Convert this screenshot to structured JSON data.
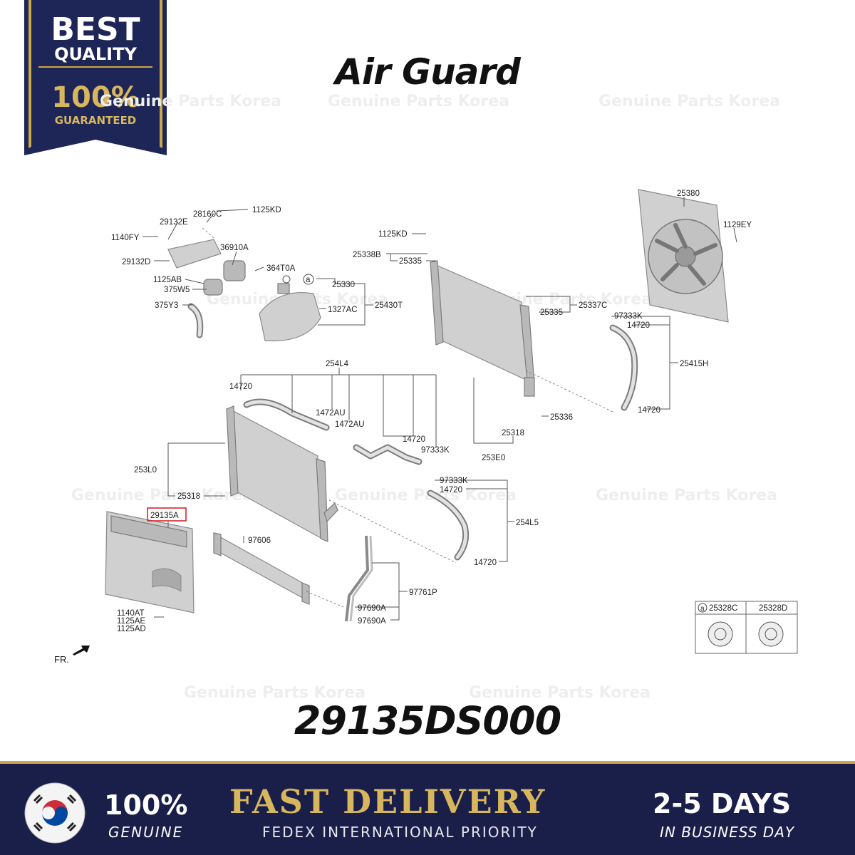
{
  "badge": {
    "line1": "BEST",
    "line2": "QUALITY",
    "line3": "100%",
    "line4": "GUARANTEED"
  },
  "product": {
    "title": "Air Guard",
    "part_number": "29135DS000"
  },
  "watermark": "Genuine Parts Korea",
  "diagram": {
    "labels": {
      "l_28160C": "28160C",
      "l_1125KD_a": "1125KD",
      "l_29132E": "29132E",
      "l_1140FY": "1140FY",
      "l_36910A": "36910A",
      "l_29132D": "29132D",
      "l_364T0A": "364T0A",
      "l_1125AB": "1125AB",
      "l_375W5": "375W5",
      "l_375Y3": "375Y3",
      "l_25330": "25330",
      "l_1327AC": "1327AC",
      "l_25430T": "25430T",
      "l_1125KD_b": "1125KD",
      "l_25338B": "25338B",
      "l_25335_a": "25335",
      "l_25335_b": "25335",
      "l_25337C": "25337C",
      "l_97333K_a": "97333K",
      "l_14720_a": "14720",
      "l_25415H": "25415H",
      "l_14720_b": "14720",
      "l_25380": "25380",
      "l_1129EY": "1129EY",
      "l_254L4": "254L4",
      "l_14720_c": "14720",
      "l_1472AU_a": "1472AU",
      "l_1472AU_b": "1472AU",
      "l_14720_d": "14720",
      "l_97333K_b": "97333K",
      "l_25336": "25336",
      "l_25318_a": "25318",
      "l_253E0": "253E0",
      "l_253L0": "253L0",
      "l_25318_b": "25318",
      "l_29135A": "29135A",
      "l_97333K_c": "97333K",
      "l_14720_e": "14720",
      "l_254L5": "254L5",
      "l_14720_f": "14720",
      "l_97606": "97606",
      "l_97761P": "97761P",
      "l_97690A_a": "97690A",
      "l_97690A_b": "97690A",
      "l_1140AT": "1140AT",
      "l_1125AE": "1125AE",
      "l_1125AD": "1125AD",
      "l_fr": "FR.",
      "l_a1": "a",
      "l_a2": "a",
      "l_25328C": "25328C",
      "l_25328D": "25328D"
    },
    "highlight_color": "#d9252a"
  },
  "banner": {
    "genuine_pct": "100%",
    "genuine_label": "GENUINE",
    "headline": "FAST DELIVERY",
    "subline": "FEDEX INTERNATIONAL PRIORITY",
    "days": "2-5 DAYS",
    "days_label": "IN BUSINESS DAY",
    "background": "#1a1f4a",
    "gold": "#d7b65e"
  }
}
